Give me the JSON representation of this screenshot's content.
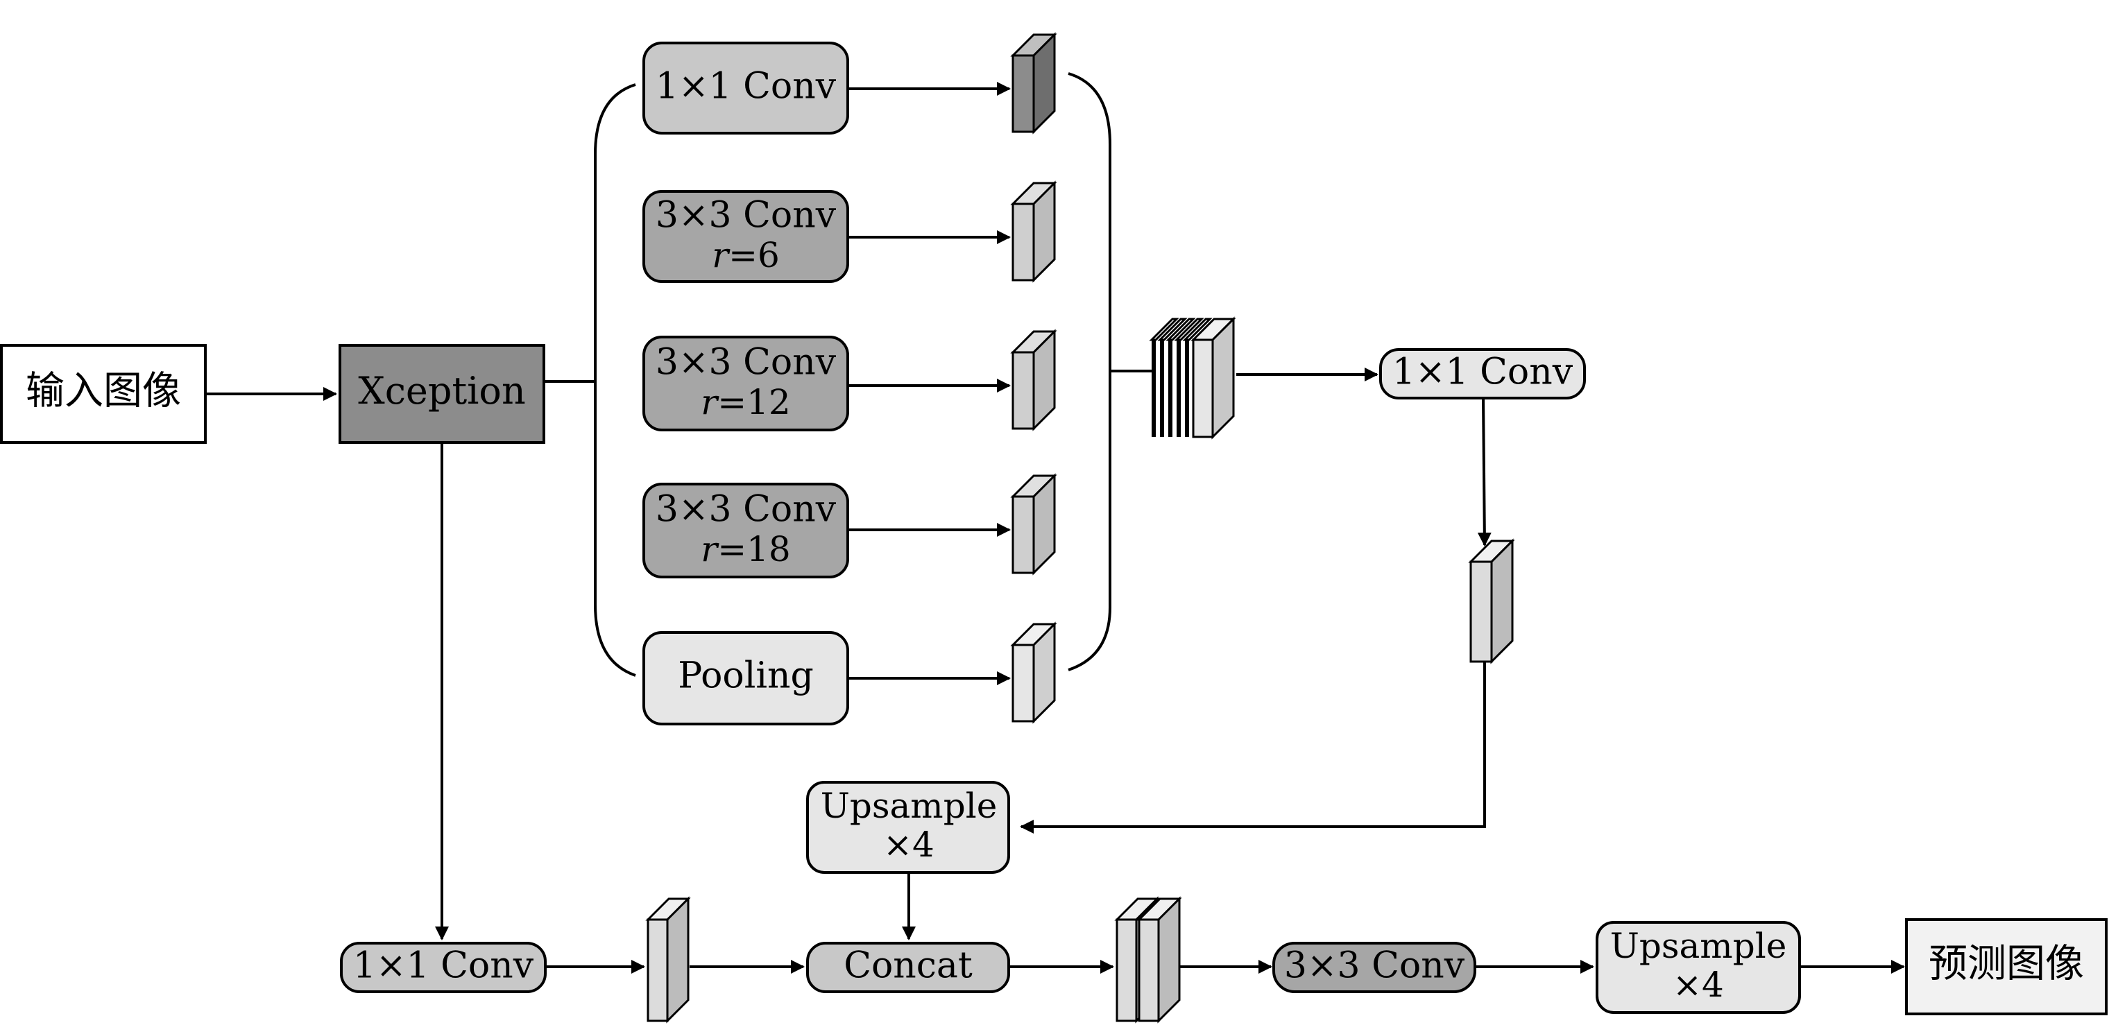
{
  "nodes": {
    "input": "输入图像",
    "xception": "Xception",
    "aspp_conv1": "1×1 Conv",
    "aspp_conv6_line1": "3×3 Conv",
    "aspp_conv6_r": "r",
    "aspp_conv6_val": "=6",
    "aspp_conv12_line1": "3×3 Conv",
    "aspp_conv12_r": "r",
    "aspp_conv12_val": "=12",
    "aspp_conv18_line1": "3×3 Conv",
    "aspp_conv18_r": "r",
    "aspp_conv18_val": "=18",
    "pooling": "Pooling",
    "merge_conv": "1×1 Conv",
    "upsample1_line1": "Upsample",
    "upsample1_line2": "×4",
    "low_conv": "1×1 Conv",
    "concat": "Concat",
    "final_conv": "3×3 Conv",
    "upsample2_line1": "Upsample",
    "upsample2_line2": "×4",
    "output": "预测图像"
  },
  "colors": {
    "xception_fill": "#8c8c8c",
    "light_fill": "#e6e6e6",
    "mid_fill": "#c8c8c8",
    "dark_fill": "#a6a6a6",
    "feature_dark": "#8c8c8c",
    "feature_light": "#d9d9d9"
  }
}
